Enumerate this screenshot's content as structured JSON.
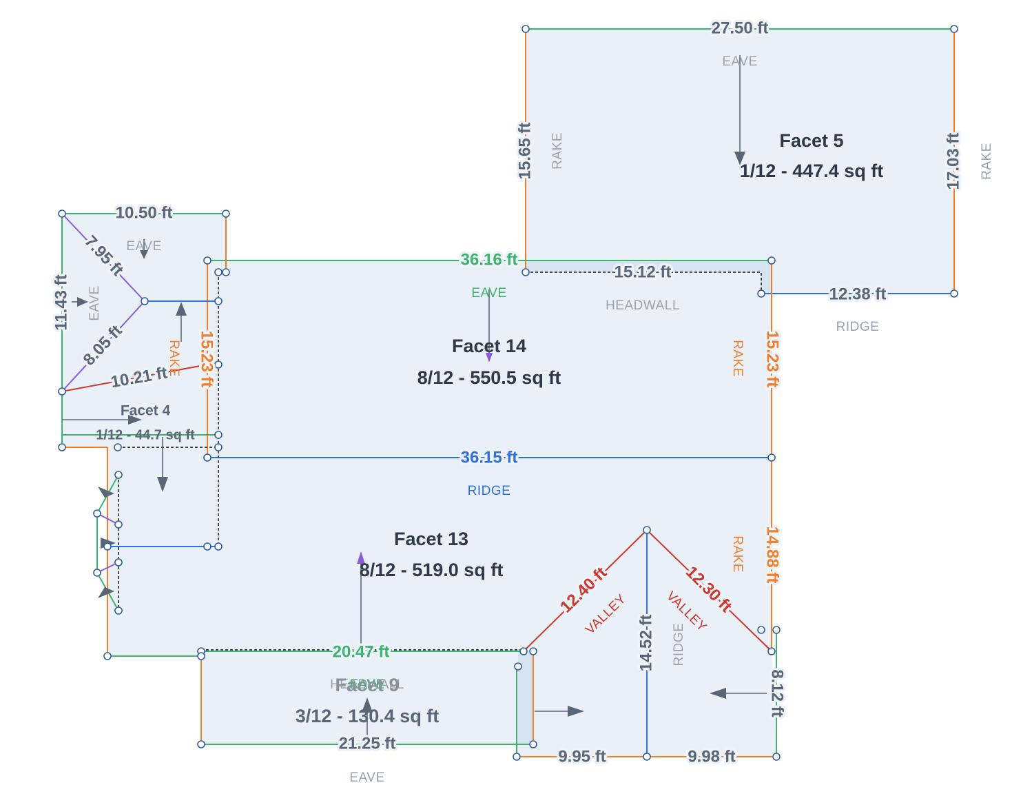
{
  "colors": {
    "eave": "#3cb46e",
    "rake": "#f07f2d",
    "ridge": "#2f6fde",
    "valley": "#d0362b",
    "hip": "#8a5cd8",
    "headwall": "#4a4a4a",
    "text_gray": "#5a6675",
    "tag_gray": "#9aa3ad"
  },
  "facets": [
    {
      "name": "Facet 5",
      "pitch_area": "1/12 - 447.4 sq ft"
    },
    {
      "name": "Facet 14",
      "pitch_area": "8/12 - 550.5 sq ft"
    },
    {
      "name": "Facet 13",
      "pitch_area": "8/12 - 519.0 sq ft"
    },
    {
      "name": "Facet 4",
      "pitch_area": "1/12 - 44.7 sq ft"
    },
    {
      "name": "Facet 9",
      "pitch_area": "3/12 - 130.4 sq ft"
    }
  ],
  "measurements": [
    {
      "text": "27.50 ft"
    },
    {
      "text": "15.65 ft"
    },
    {
      "text": "17.03 ft"
    },
    {
      "text": "10.50 ft"
    },
    {
      "text": "36.16 ft"
    },
    {
      "text": "15.12 ft"
    },
    {
      "text": "12.38 ft"
    },
    {
      "text": "7.95 ft"
    },
    {
      "text": "11.43 ft"
    },
    {
      "text": "8.05 ft"
    },
    {
      "text": "10.21 ft"
    },
    {
      "text": "15.23 ft"
    },
    {
      "text": "15.23 ft"
    },
    {
      "text": "36.15 ft"
    },
    {
      "text": "14.88 ft"
    },
    {
      "text": "12.40 ft"
    },
    {
      "text": "12.30 ft"
    },
    {
      "text": "14.52 ft"
    },
    {
      "text": "20.47 ft"
    },
    {
      "text": "21.25 ft"
    },
    {
      "text": "9.95 ft"
    },
    {
      "text": "9.98 ft"
    },
    {
      "text": "8.12 ft"
    }
  ],
  "tags": [
    {
      "text": "EAVE"
    },
    {
      "text": "RAKE"
    },
    {
      "text": "RAKE"
    },
    {
      "text": "EAVE"
    },
    {
      "text": "EAVE"
    },
    {
      "text": "EAVE"
    },
    {
      "text": "HEADWALL"
    },
    {
      "text": "RIDGE"
    },
    {
      "text": "RAKE"
    },
    {
      "text": "RAKE"
    },
    {
      "text": "RIDGE"
    },
    {
      "text": "RAKE"
    },
    {
      "text": "VALLEY"
    },
    {
      "text": "VALLEY"
    },
    {
      "text": "RIDGE"
    },
    {
      "text": "HEADWALL"
    },
    {
      "text": "EAVE"
    },
    {
      "text": "EAVE"
    }
  ]
}
